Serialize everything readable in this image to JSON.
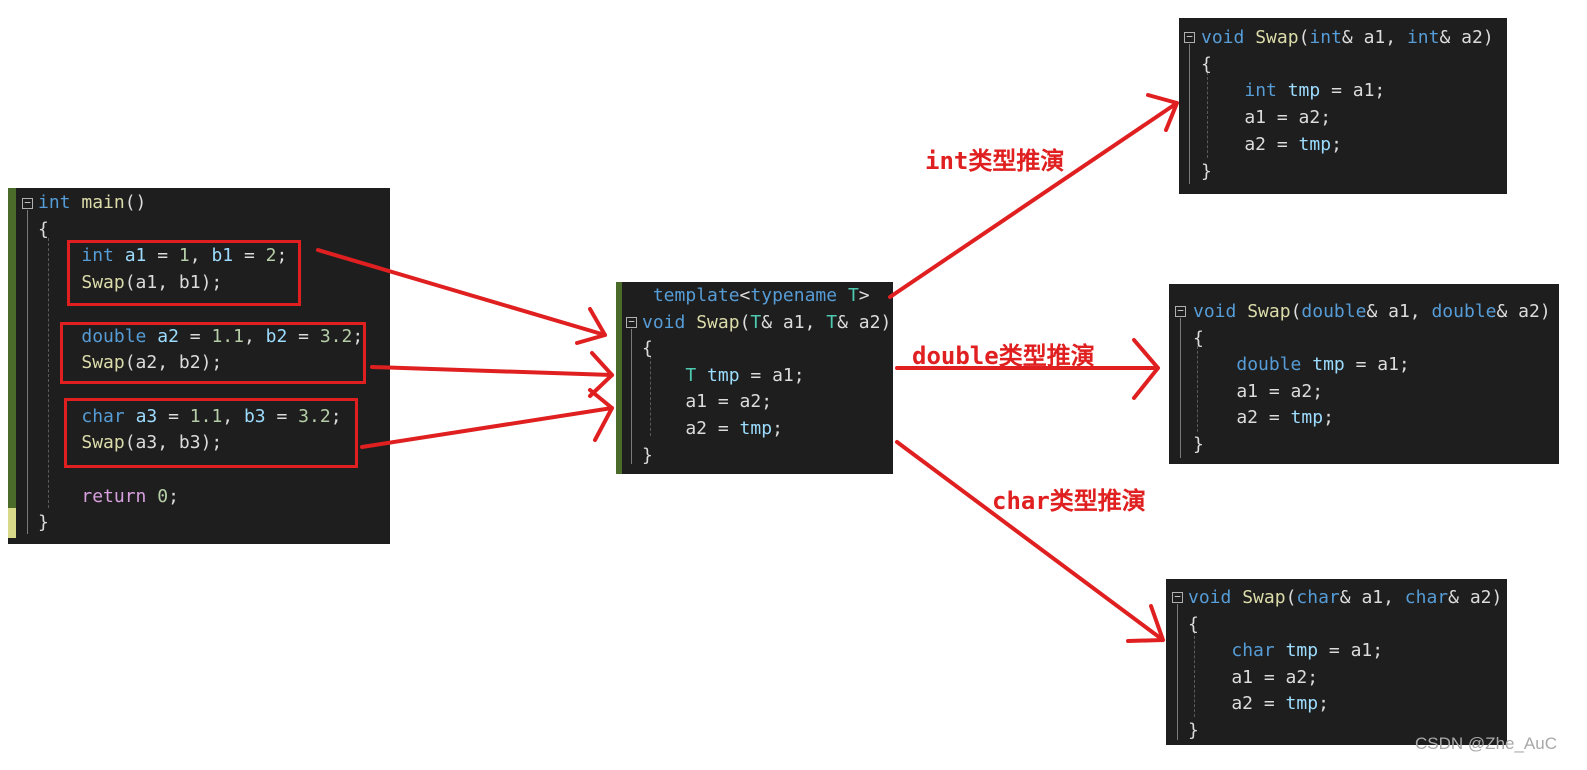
{
  "main_panel": {
    "lines": [
      [
        [
          "kw",
          "int"
        ],
        [
          "plain",
          " "
        ],
        [
          "fn",
          "main"
        ],
        [
          "plain",
          "()"
        ]
      ],
      [
        [
          "plain",
          "{"
        ]
      ],
      [
        [
          "plain",
          "    "
        ],
        [
          "kw",
          "int"
        ],
        [
          "plain",
          " "
        ],
        [
          "var",
          "a1"
        ],
        [
          "plain",
          " = "
        ],
        [
          "num",
          "1"
        ],
        [
          "plain",
          ", "
        ],
        [
          "var",
          "b1"
        ],
        [
          "plain",
          " = "
        ],
        [
          "num",
          "2"
        ],
        [
          "plain",
          ";"
        ]
      ],
      [
        [
          "plain",
          "    "
        ],
        [
          "fn",
          "Swap"
        ],
        [
          "plain",
          "(a1, b1);"
        ]
      ],
      [
        [
          "plain",
          ""
        ]
      ],
      [
        [
          "plain",
          "    "
        ],
        [
          "kw",
          "double"
        ],
        [
          "plain",
          " "
        ],
        [
          "var",
          "a2"
        ],
        [
          "plain",
          " = "
        ],
        [
          "num",
          "1.1"
        ],
        [
          "plain",
          ", "
        ],
        [
          "var",
          "b2"
        ],
        [
          "plain",
          " = "
        ],
        [
          "num",
          "3.2"
        ],
        [
          "plain",
          ";"
        ]
      ],
      [
        [
          "plain",
          "    "
        ],
        [
          "fn",
          "Swap"
        ],
        [
          "plain",
          "(a2, b2);"
        ]
      ],
      [
        [
          "plain",
          ""
        ]
      ],
      [
        [
          "plain",
          "    "
        ],
        [
          "kw",
          "char"
        ],
        [
          "plain",
          " "
        ],
        [
          "var",
          "a3"
        ],
        [
          "plain",
          " = "
        ],
        [
          "num",
          "1.1"
        ],
        [
          "plain",
          ", "
        ],
        [
          "var",
          "b3"
        ],
        [
          "plain",
          " = "
        ],
        [
          "num",
          "3.2"
        ],
        [
          "plain",
          ";"
        ]
      ],
      [
        [
          "plain",
          "    "
        ],
        [
          "fn",
          "Swap"
        ],
        [
          "plain",
          "(a3, b3);"
        ]
      ],
      [
        [
          "plain",
          ""
        ]
      ],
      [
        [
          "plain",
          "    "
        ],
        [
          "ret",
          "return"
        ],
        [
          "plain",
          " "
        ],
        [
          "num",
          "0"
        ],
        [
          "plain",
          ";"
        ]
      ],
      [
        [
          "plain",
          "}"
        ]
      ]
    ]
  },
  "template_panel": {
    "lines": [
      [
        [
          "plain",
          " "
        ],
        [
          "kw",
          "template"
        ],
        [
          "plain",
          "<"
        ],
        [
          "kw",
          "typename"
        ],
        [
          "plain",
          " "
        ],
        [
          "ty",
          "T"
        ],
        [
          "plain",
          ">"
        ]
      ],
      [
        [
          "kw",
          "void"
        ],
        [
          "plain",
          " "
        ],
        [
          "fn",
          "Swap"
        ],
        [
          "plain",
          "("
        ],
        [
          "ty",
          "T"
        ],
        [
          "plain",
          "& a1, "
        ],
        [
          "ty",
          "T"
        ],
        [
          "plain",
          "& a2)"
        ]
      ],
      [
        [
          "plain",
          "{"
        ]
      ],
      [
        [
          "plain",
          "    "
        ],
        [
          "ty",
          "T"
        ],
        [
          "plain",
          " "
        ],
        [
          "var",
          "tmp"
        ],
        [
          "plain",
          " = a1;"
        ]
      ],
      [
        [
          "plain",
          "    a1 = a2;"
        ]
      ],
      [
        [
          "plain",
          "    a2 = "
        ],
        [
          "var",
          "tmp"
        ],
        [
          "plain",
          ";"
        ]
      ],
      [
        [
          "plain",
          "}"
        ]
      ]
    ]
  },
  "int_panel": {
    "lines": [
      [
        [
          "kw",
          "void"
        ],
        [
          "plain",
          " "
        ],
        [
          "fn",
          "Swap"
        ],
        [
          "plain",
          "("
        ],
        [
          "kw",
          "int"
        ],
        [
          "plain",
          "& a1, "
        ],
        [
          "kw",
          "int"
        ],
        [
          "plain",
          "& a2)"
        ]
      ],
      [
        [
          "plain",
          "{"
        ]
      ],
      [
        [
          "plain",
          "    "
        ],
        [
          "kw",
          "int"
        ],
        [
          "plain",
          " "
        ],
        [
          "var",
          "tmp"
        ],
        [
          "plain",
          " = a1;"
        ]
      ],
      [
        [
          "plain",
          "    a1 = a2;"
        ]
      ],
      [
        [
          "plain",
          "    a2 = "
        ],
        [
          "var",
          "tmp"
        ],
        [
          "plain",
          ";"
        ]
      ],
      [
        [
          "plain",
          "}"
        ]
      ]
    ]
  },
  "double_panel": {
    "lines": [
      [
        [
          "kw",
          "void"
        ],
        [
          "plain",
          " "
        ],
        [
          "fn",
          "Swap"
        ],
        [
          "plain",
          "("
        ],
        [
          "kw",
          "double"
        ],
        [
          "plain",
          "& a1, "
        ],
        [
          "kw",
          "double"
        ],
        [
          "plain",
          "& a2)"
        ]
      ],
      [
        [
          "plain",
          "{"
        ]
      ],
      [
        [
          "plain",
          "    "
        ],
        [
          "kw",
          "double"
        ],
        [
          "plain",
          " "
        ],
        [
          "var",
          "tmp"
        ],
        [
          "plain",
          " = a1;"
        ]
      ],
      [
        [
          "plain",
          "    a1 = a2;"
        ]
      ],
      [
        [
          "plain",
          "    a2 = "
        ],
        [
          "var",
          "tmp"
        ],
        [
          "plain",
          ";"
        ]
      ],
      [
        [
          "plain",
          "}"
        ]
      ]
    ]
  },
  "char_panel": {
    "lines": [
      [
        [
          "kw",
          "void"
        ],
        [
          "plain",
          " "
        ],
        [
          "fn",
          "Swap"
        ],
        [
          "plain",
          "("
        ],
        [
          "kw",
          "char"
        ],
        [
          "plain",
          "& a1, "
        ],
        [
          "kw",
          "char"
        ],
        [
          "plain",
          "& a2)"
        ]
      ],
      [
        [
          "plain",
          "{"
        ]
      ],
      [
        [
          "plain",
          "    "
        ],
        [
          "kw",
          "char"
        ],
        [
          "plain",
          " "
        ],
        [
          "var",
          "tmp"
        ],
        [
          "plain",
          " = a1;"
        ]
      ],
      [
        [
          "plain",
          "    a1 = a2;"
        ]
      ],
      [
        [
          "plain",
          "    a2 = "
        ],
        [
          "var",
          "tmp"
        ],
        [
          "plain",
          ";"
        ]
      ],
      [
        [
          "plain",
          "}"
        ]
      ]
    ]
  },
  "labels": {
    "int": "int类型推演",
    "double": "double类型推演",
    "char": "char类型推演"
  },
  "watermark": "CSDN @Zhe_AuC",
  "colors": {
    "keyword": "#569cd6",
    "function": "#dcdcaa",
    "type_param": "#4ec9b0",
    "variable": "#9cdcfe",
    "number": "#b5cea8",
    "return_kw": "#d8a0df",
    "annotation_red": "#e02020",
    "editor_bg": "#1e1e1e"
  }
}
